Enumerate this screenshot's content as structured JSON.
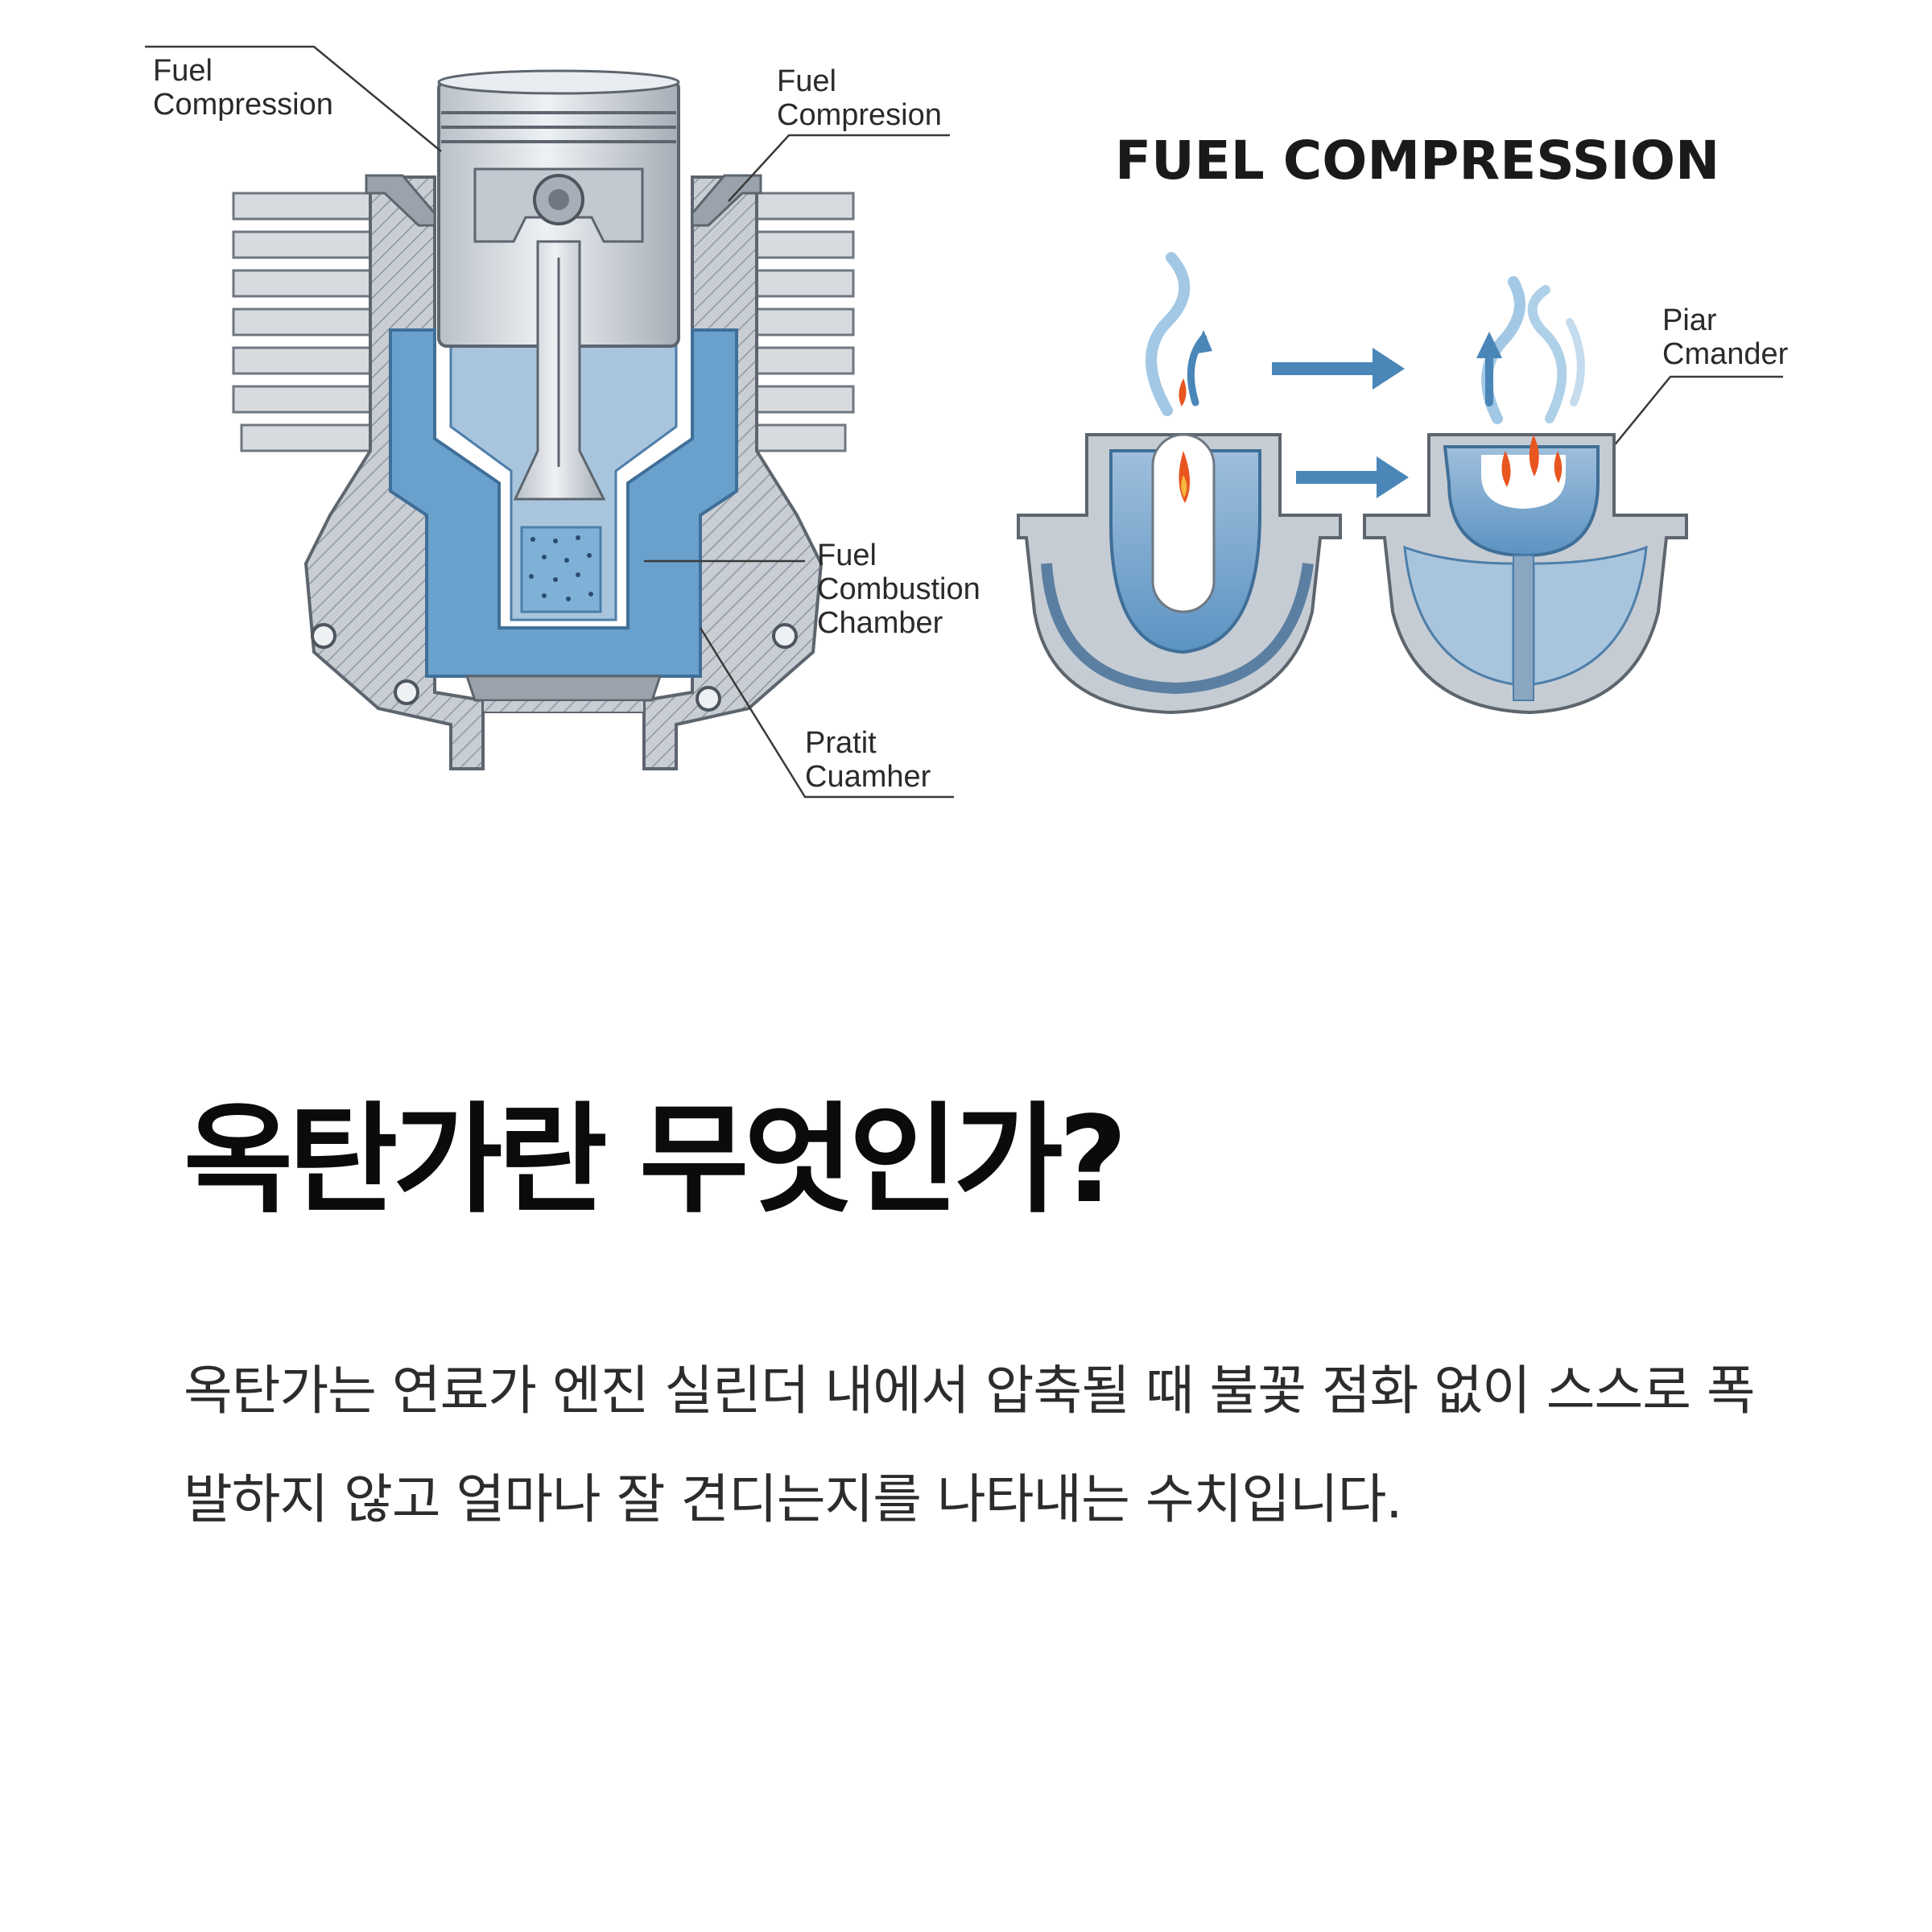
{
  "diagram": {
    "title": "FUEL COMPRESSION",
    "labels": {
      "top_left": [
        "Fuel",
        "Compression"
      ],
      "top_right": [
        "Fuel",
        "Compresion"
      ],
      "combustion": [
        "Fuel",
        "Combustion",
        "Chamber"
      ],
      "pratit": [
        "Pratit",
        "Cuamher"
      ],
      "piar": [
        "Piar",
        "Cmander"
      ]
    },
    "colors": {
      "metal": "#cfd4da",
      "metal_dark": "#8e969f",
      "chamber_blue": "#5f9ac8",
      "chamber_light": "#a9c5de",
      "arrow_blue": "#4a86b8",
      "flame": "#e8551f"
    }
  },
  "heading": "옥탄가란 무엇인가?",
  "body": "옥탄가는 연료가 엔진 실린더 내에서 압축될 때 불꽃 점화 없이 스스로 폭발하지 않고 얼마나 잘 견디는지를 나타내는 수치입니다."
}
